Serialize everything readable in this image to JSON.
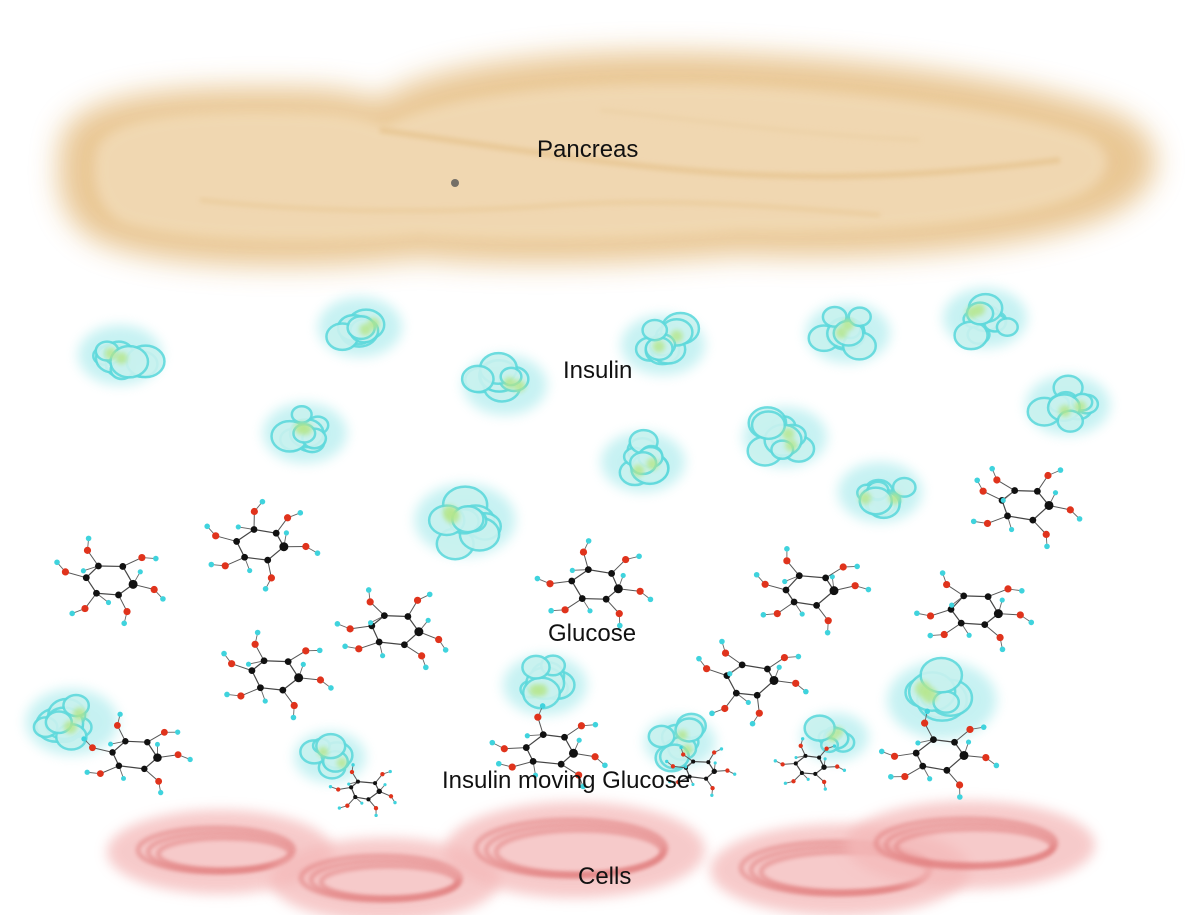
{
  "labels": {
    "pancreas": "Pancreas",
    "insulin": "Insulin",
    "glucose": "Glucose",
    "insulin_moving_glucose": "Insulin moving Glucose",
    "cells": "Cells"
  },
  "colors": {
    "pancreas": "#e8c48f",
    "pancreas_edge": "#f0d3a6",
    "insulin": "#5fd9dc",
    "insulin_fill": "#c9f2ef",
    "insulin_core": "#b6e68a",
    "atom_carbon": "#111111",
    "atom_oxygen": "#e0331c",
    "atom_hydrogen": "#3fd3dd",
    "cell": "#e07a7a",
    "cell_glow": "#f4b9b9"
  }
}
